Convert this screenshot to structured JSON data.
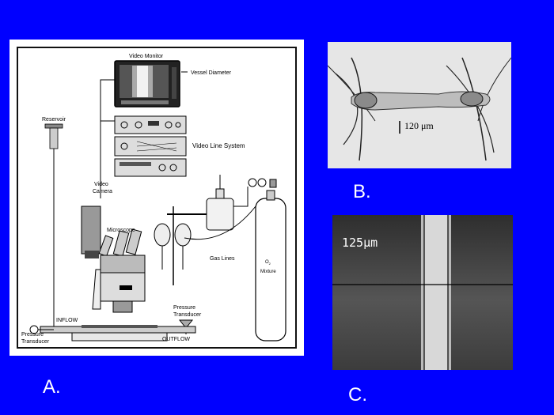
{
  "panel_a": {
    "label": "A.",
    "components": {
      "video_monitor": "Video Monitor",
      "vessel_diameter": "Vessel Diameter",
      "reservoir": "Reservoir",
      "video_line_system": "Video Line System",
      "video_camera_line1": "Video",
      "video_camera_line2": "Camera",
      "microscope": "Microscope",
      "gas_lines": "Gas Lines",
      "gas_tank_line1": "O",
      "gas_tank_sub": "2",
      "gas_tank_line2": "Mixture",
      "inflow": "INFLOW",
      "outflow": "OUTFLOW",
      "pressure_transducer_right_line1": "Pressure",
      "pressure_transducer_right_line2": "Transducer",
      "pressure_transducer_left_line1": "Pressure",
      "pressure_transducer_left_line2": "Transducer"
    }
  },
  "panel_b": {
    "label": "B.",
    "scale_text": "120 μm"
  },
  "panel_c": {
    "label": "C.",
    "scale_text": "125μm"
  },
  "colors": {
    "background": "#0000ff",
    "label_text": "#ffffff"
  }
}
